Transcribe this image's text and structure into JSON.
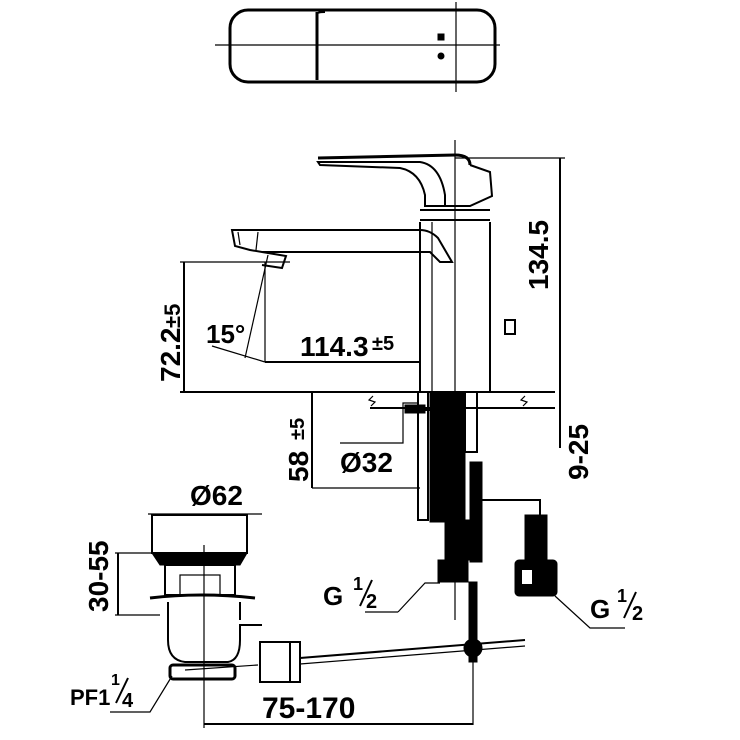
{
  "drawing": {
    "title": "Basin mixer technical drawing",
    "views": {
      "top_view": "handle-top-view",
      "front_view": "faucet-front-view",
      "waste": "pop-up-waste"
    },
    "dimensions": {
      "total_height": "134.5",
      "spout_height_value": "72.2",
      "spout_height_tol": "±5",
      "spout_reach_value": "114.3",
      "spout_reach_tol": "±5",
      "spout_angle": "15°",
      "shank_length_value": "58",
      "shank_length_tol": "±5",
      "shank_diameter": "Ø32",
      "counter_thickness": "9-25",
      "waste_diameter": "Ø62",
      "waste_height": "30-55",
      "waste_thread": "PF1",
      "waste_thread_frac_num": "1",
      "waste_thread_frac_den": "4",
      "rod_distance": "75-170",
      "inlet_left_thread": "G",
      "inlet_left_frac_num": "1",
      "inlet_left_frac_den": "2",
      "inlet_right_thread": "G",
      "inlet_right_frac_num": "1",
      "inlet_right_frac_den": "2"
    }
  }
}
